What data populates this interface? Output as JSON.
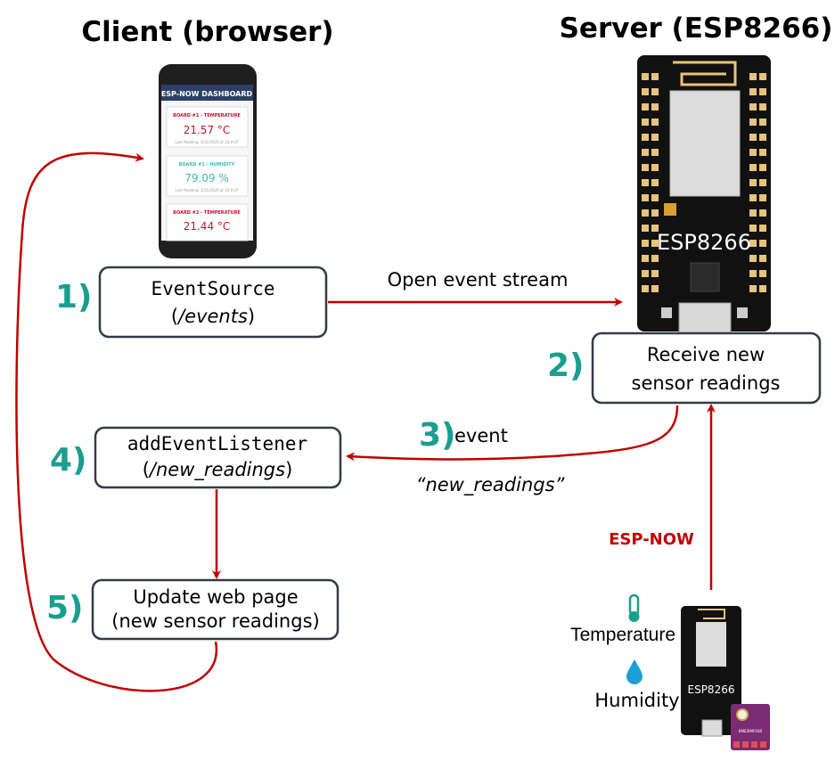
{
  "titles": {
    "client": "Client (browser)",
    "server": "Server (ESP8266)"
  },
  "phone": {
    "header": "ESP-NOW DASHBOARD",
    "cards": [
      {
        "label": "BOARD #1 - TEMPERATURE",
        "value": "21.57 °C",
        "reading": "Last Reading: 2/11/2020 at 16:9:47",
        "color": "#c8102e"
      },
      {
        "label": "BOARD #1 - HUMIDITY",
        "value": "79.09 %",
        "reading": "Last Reading: 2/11/2020 at 16:9:47",
        "color": "#3cbcb0"
      },
      {
        "label": "BOARD #2 - TEMPERATURE",
        "value": "21.44 °C",
        "color": "#c8102e"
      }
    ]
  },
  "steps": {
    "s1": {
      "num": "1)",
      "line1": "EventSource",
      "line2": "/events"
    },
    "s2": {
      "num": "2)",
      "line1": "Receive new",
      "line2": "sensor readings"
    },
    "s3": {
      "num": "3)",
      "label": "event",
      "sub": "“new_readings”"
    },
    "s4": {
      "num": "4)",
      "line1": "addEventListener",
      "line2": "/new_readings"
    },
    "s5": {
      "num": "5)",
      "line1": "Update web page",
      "line2": "(new sensor readings)"
    }
  },
  "arrows": {
    "open_stream": "Open event stream",
    "esp_now": "ESP-NOW"
  },
  "sensor": {
    "temperature": "Temperature",
    "humidity": "Humidity",
    "board_label": "ESP8266",
    "sensor_chip": "BME/BMP280"
  },
  "server_board_label": "ESP8266",
  "colors": {
    "accent_teal": "#1a9e8f",
    "arrow_red": "#c00000",
    "box_border": "#2f3d48"
  }
}
